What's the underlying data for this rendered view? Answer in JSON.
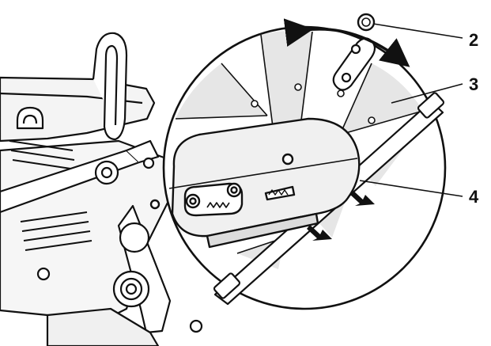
{
  "callouts": [
    {
      "id": "2",
      "label": "2"
    },
    {
      "id": "3",
      "label": "3"
    },
    {
      "id": "4",
      "label": "4"
    }
  ],
  "colors": {
    "line": "#111111",
    "shade": "#e6e6e6",
    "shade_dark": "#cfcfcf",
    "background": "#ffffff"
  },
  "icons": [
    "rotation-arrow-icon",
    "push-arrow-icon"
  ]
}
